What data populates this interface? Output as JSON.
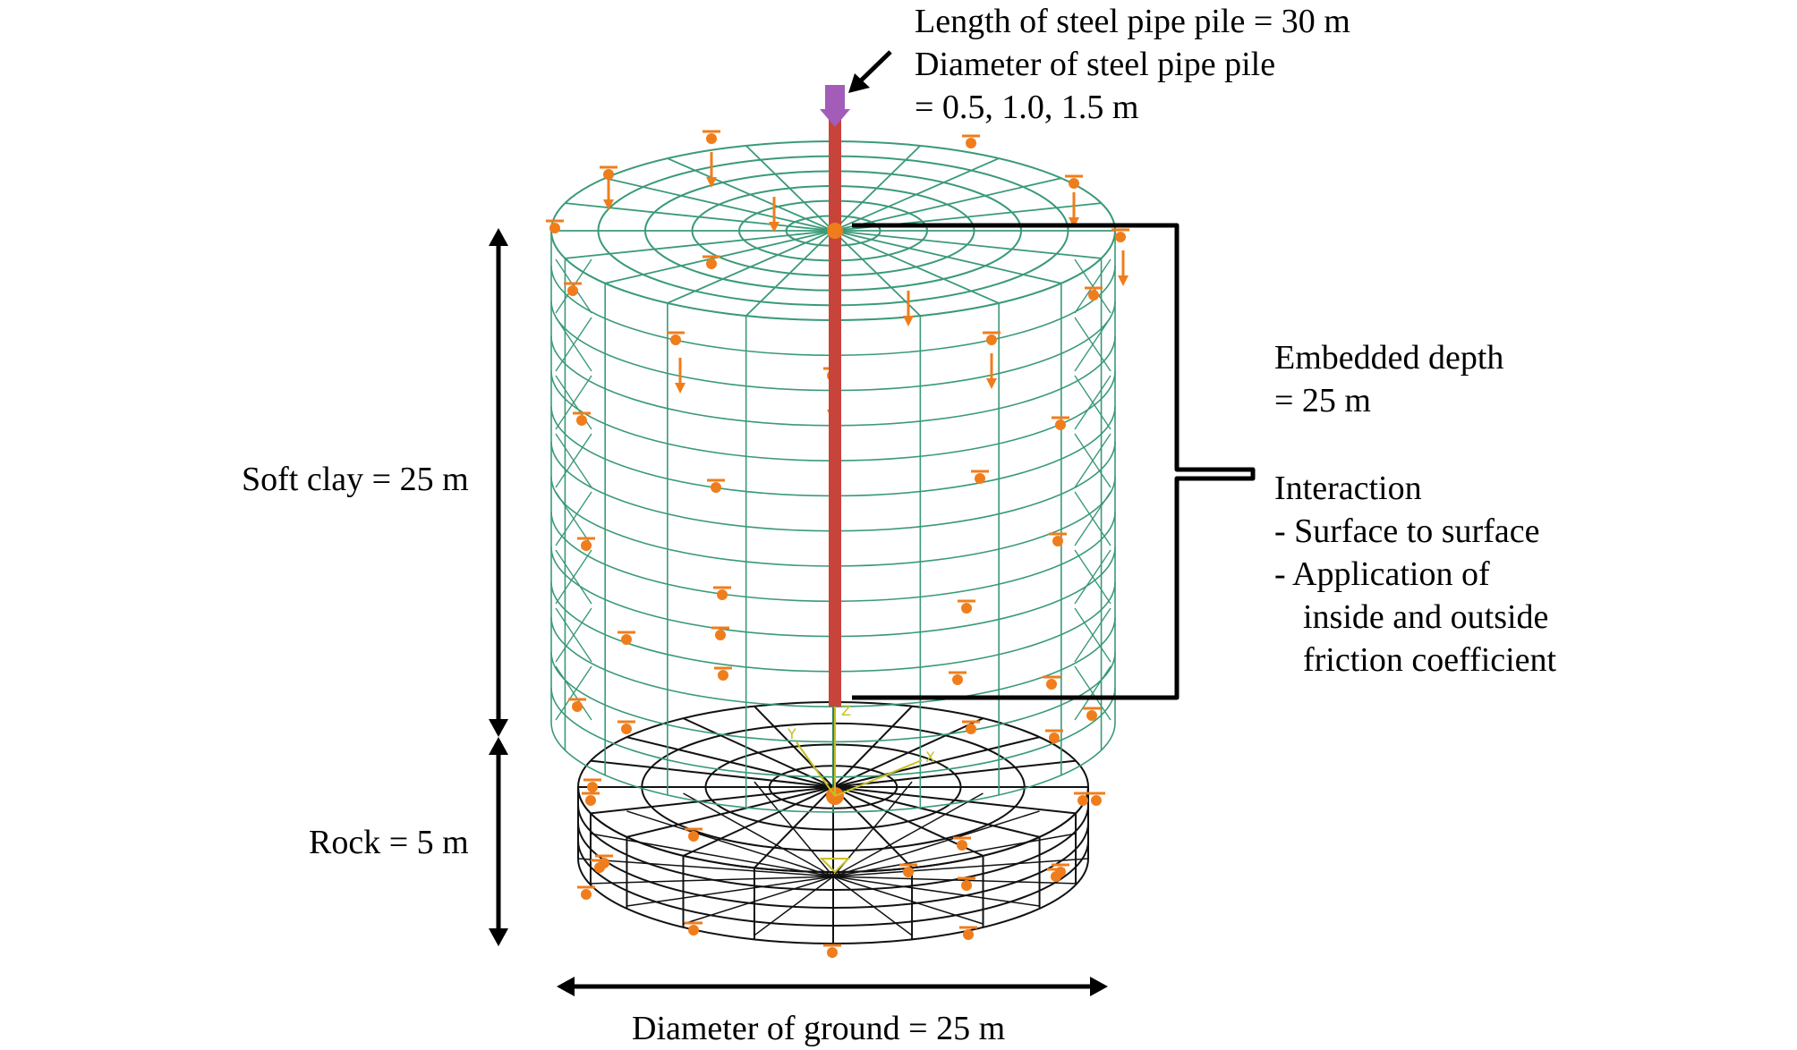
{
  "pile_note": {
    "line1": "Length of steel pipe pile = 30 m",
    "line2": "Diameter of steel pipe pile",
    "line3": "= 0.5, 1.0, 1.5 m"
  },
  "embedded": {
    "line1": "Embedded depth",
    "line2": "= 25 m"
  },
  "interaction": {
    "title": "Interaction",
    "item1": "- Surface to surface",
    "item2": "- Application of",
    "item2_cont1": "inside and outside",
    "item2_cont2": "friction coefficient"
  },
  "soft_clay_label": "Soft clay = 25 m",
  "rock_label": "Rock = 5 m",
  "ground_label": "Diameter of ground = 25 m",
  "axes": {
    "x": "X",
    "y": "Y",
    "z": "Z"
  },
  "colors": {
    "clay_mesh": "#3a9a78",
    "rock_mesh": "#111111",
    "pile": "#c8443a",
    "load": "#a35db8",
    "boundary": "#f07d1c",
    "axis": "#c8c020"
  }
}
